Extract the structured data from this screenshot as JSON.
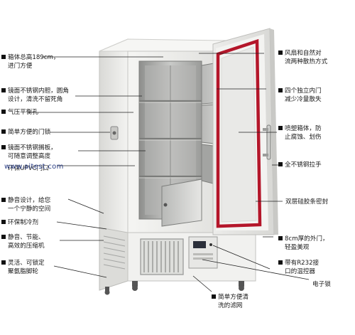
{
  "left_labels": [
    {
      "lines": [
        "箱体总高189cm，",
        "进门方便"
      ],
      "bullet": true
    },
    {
      "lines": [
        "镜面不锈钢内胆，圆角",
        "设计，清洗不留死角"
      ],
      "bullet": true
    },
    {
      "lines": [
        "气压平衡孔"
      ],
      "bullet": true
    },
    {
      "lines": [
        "简单方便的门锁"
      ],
      "bullet": true
    },
    {
      "lines": [
        "镜面不锈钢搁板，",
        "可随意调整高度"
      ],
      "bullet": true
    },
    {
      "lines": [
        "环保UPVC门口"
      ],
      "bullet": false
    },
    {
      "lines": [
        "静音设计，给您",
        "一个宁静的空间"
      ],
      "bullet": true
    },
    {
      "lines": [
        "环保制冷剂"
      ],
      "bullet": true
    },
    {
      "lines": [
        "静音、节能、",
        "高效的压缩机"
      ],
      "bullet": true
    },
    {
      "lines": [
        "灵活、可锁定",
        "聚氨脂脚轮"
      ],
      "bullet": true
    }
  ],
  "right_labels": [
    {
      "lines": [
        "风扇和自然对",
        "流两种散热方式"
      ],
      "bullet": true
    },
    {
      "lines": [
        "四个独立内门",
        "减少冷量散失"
      ],
      "bullet": true
    },
    {
      "lines": [
        "喷塑箱体，防",
        "止腐蚀、划伤"
      ],
      "bullet": true
    },
    {
      "lines": [
        "全不锈钢拉手"
      ],
      "bullet": true
    },
    {
      "lines": [
        "双层硅胶条密封"
      ],
      "bullet": false
    },
    {
      "lines": [
        "8cm厚的外门，",
        "轻盈美观"
      ],
      "bullet": true
    },
    {
      "lines": [
        "带有R232接",
        "口的温控器"
      ],
      "bullet": true
    },
    {
      "lines": [
        "电子锁"
      ],
      "bullet": false
    }
  ],
  "bottom_label": {
    "lines": [
      "简单方便清",
      "洗的滤网"
    ],
    "bullet": true
  },
  "watermark": "www.aitest.com",
  "colors": {
    "cabinet": "#eeeeec",
    "cabinet_shadow": "#cfcfcc",
    "door_seal": "#b4162a",
    "steel": "#a9aaa8",
    "interior_dark": "#6d6e6c",
    "text": "#1a1a1a",
    "leader_line": "#222222",
    "watermark": "#2a3e86"
  }
}
